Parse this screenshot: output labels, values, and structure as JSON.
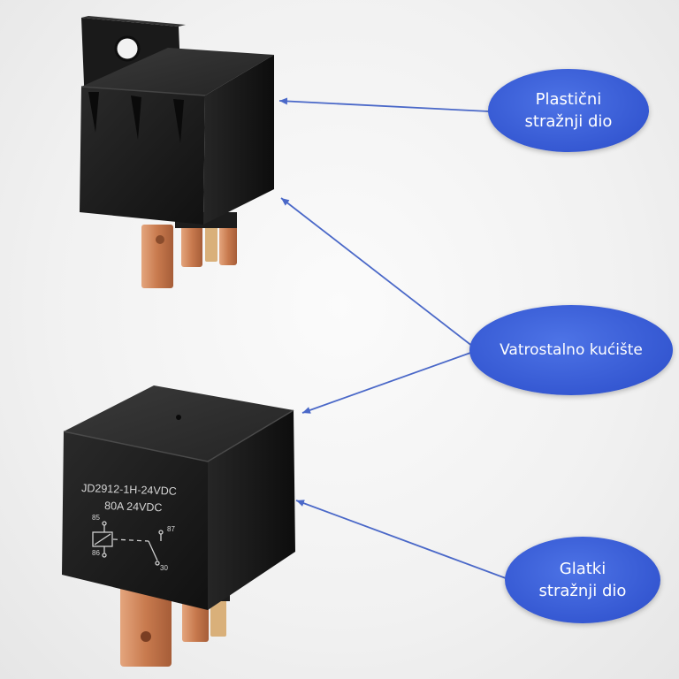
{
  "callouts": [
    {
      "line1": "Plastični",
      "line2": "stražnji dio"
    },
    {
      "line1": "Vatrostalno kućište"
    },
    {
      "line1": "Glatki",
      "line2": "stražnji dio"
    }
  ],
  "relay_label": {
    "model": "JD2912-1H-24VDC",
    "rating": "80A  24VDC",
    "pin_85": "85",
    "pin_86": "86",
    "pin_87": "87",
    "pin_30": "30"
  },
  "colors": {
    "bubble": "#3558d2",
    "arrow": "#4a68c8",
    "relay_body": "#1b1b1b",
    "terminal": "#c87a4e"
  }
}
